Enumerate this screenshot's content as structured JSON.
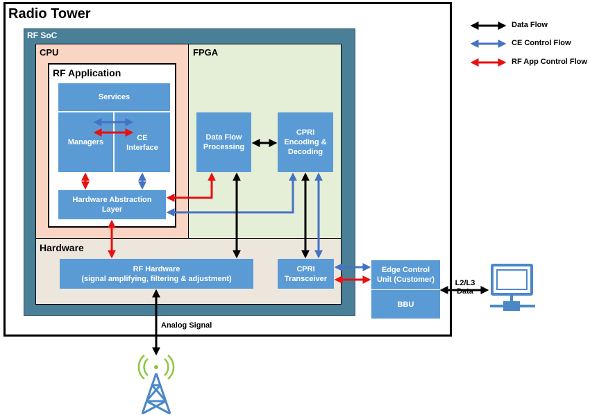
{
  "regions": {
    "radio_tower": "Radio Tower",
    "rf_soc": "RF SoC",
    "cpu": "CPU",
    "fpga": "FPGA",
    "rf_application": "RF Application",
    "hardware": "Hardware"
  },
  "blocks": {
    "services": "Services",
    "managers": "Managers",
    "ce_interface": "CE\nInterface",
    "hal": "Hardware Abstraction\nLayer",
    "data_flow_processing": "Data Flow\nProcessing",
    "cpri_encoding": "CPRI\nEncoding &\nDecoding",
    "rf_hardware": "RF Hardware\n(signal amplifying, filtering & adjustment)",
    "cpri_transceiver": "CPRI\nTransceiver",
    "edge_control_unit": "Edge Control\nUnit (Customer)",
    "bbu": "BBU"
  },
  "labels": {
    "l2l3": "L2/L3\nData",
    "analog_signal": "Analog Signal"
  },
  "legend": [
    {
      "label": "Data Flow",
      "color": "#000000"
    },
    {
      "label": "CE Control Flow",
      "color": "#4472c4"
    },
    {
      "label": "RF App Control Flow",
      "color": "#e81010"
    }
  ],
  "colors": {
    "block": "#5b9bd5",
    "soc": "#4a7f98",
    "cpu": "#fbd5c3",
    "fpga": "#e5eed6",
    "hardware": "#ede6dd",
    "data": "#000000",
    "ce": "#4472c4",
    "rf": "#e81010",
    "icon": "#4a88c8",
    "signal": "#8dc63f"
  },
  "icons": {
    "computer": "computer-terminal-icon",
    "antenna": "antenna-tower-icon"
  }
}
